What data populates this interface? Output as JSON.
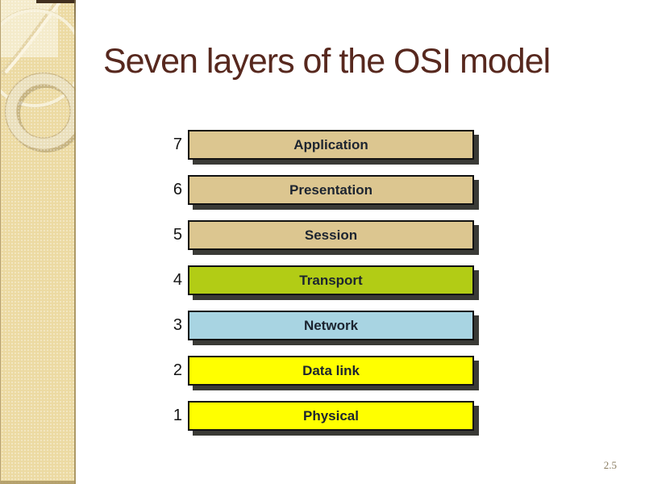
{
  "slide": {
    "title": "Seven layers of the OSI model",
    "page_number": "2.5"
  },
  "diagram": {
    "layers": [
      {
        "number": "7",
        "label": "Application",
        "fill": "#dcc690"
      },
      {
        "number": "6",
        "label": "Presentation",
        "fill": "#dcc690"
      },
      {
        "number": "5",
        "label": "Session",
        "fill": "#dcc690"
      },
      {
        "number": "4",
        "label": "Transport",
        "fill": "#b2cc15"
      },
      {
        "number": "3",
        "label": "Network",
        "fill": "#a8d4e2"
      },
      {
        "number": "2",
        "label": "Data link",
        "fill": "#ffff00"
      },
      {
        "number": "1",
        "label": "Physical",
        "fill": "#ffff00"
      }
    ]
  },
  "colors": {
    "title_text": "#57281e",
    "layer_label_text": "#1c2430",
    "layer_number_text": "#141414",
    "bar_border": "#121212",
    "bar_shadow": "#3a3a36",
    "page_number_text": "#8a7d61",
    "sidebar_base": "#ecdaa2",
    "sidebar_light_square": "#f4ebcb",
    "sidebar_top_accent": "#42301f"
  }
}
